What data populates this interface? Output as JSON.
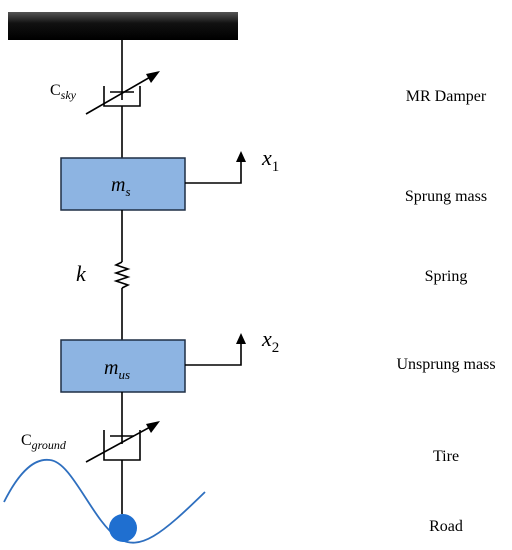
{
  "labels": {
    "mr_damper": "MR Damper",
    "sprung_mass": "Sprung mass",
    "spring": "Spring",
    "unsprung_mass": "Unsprung mass",
    "tire": "Tire",
    "road": "Road"
  },
  "masses": {
    "sprung": {
      "base": "m",
      "sub": "s"
    },
    "unsprung": {
      "base": "m",
      "sub": "us"
    }
  },
  "dampers": {
    "sky": {
      "base": "C",
      "sub": "sky"
    },
    "ground": {
      "base": "C",
      "sub": "ground"
    }
  },
  "displacements": {
    "x1": {
      "base": "x",
      "sub": "1"
    },
    "x2": {
      "base": "x",
      "sub": "2"
    }
  },
  "spring_constant": "k",
  "colors": {
    "mass_fill": "#8db4e2",
    "mass_stroke": "#1f2f45",
    "road_curve": "#2e6fbf",
    "wheel": "#1f6fd0",
    "ground_bar": "#111111"
  }
}
